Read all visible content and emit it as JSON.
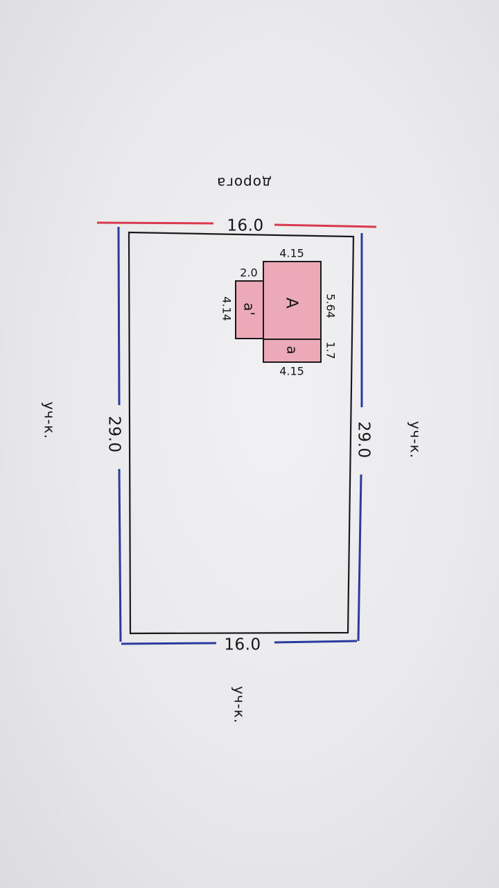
{
  "plan": {
    "road_label": "дорога",
    "neighbor_label_right": "уч-к.",
    "neighbor_label_left": "уч-к.",
    "neighbor_label_bottom": "уч-к.",
    "plot_top_width": "16.0",
    "plot_bottom_width": "16.0",
    "plot_right_length": "29.0",
    "plot_left_length": "29.0",
    "house": {
      "main_label": "А",
      "main_width": "4.15",
      "main_length": "5.64",
      "annex_label": "а",
      "annex_width": "4.15",
      "annex_depth": "1.7",
      "side_annex_label": "а'",
      "side_annex_width": "2.0",
      "side_annex_length": "4.14"
    },
    "colors": {
      "road_line": "#d8394f",
      "neighbor_line": "#2a3aa0",
      "building_fill": "#ecaab8",
      "outline": "#1a1a1a"
    }
  }
}
